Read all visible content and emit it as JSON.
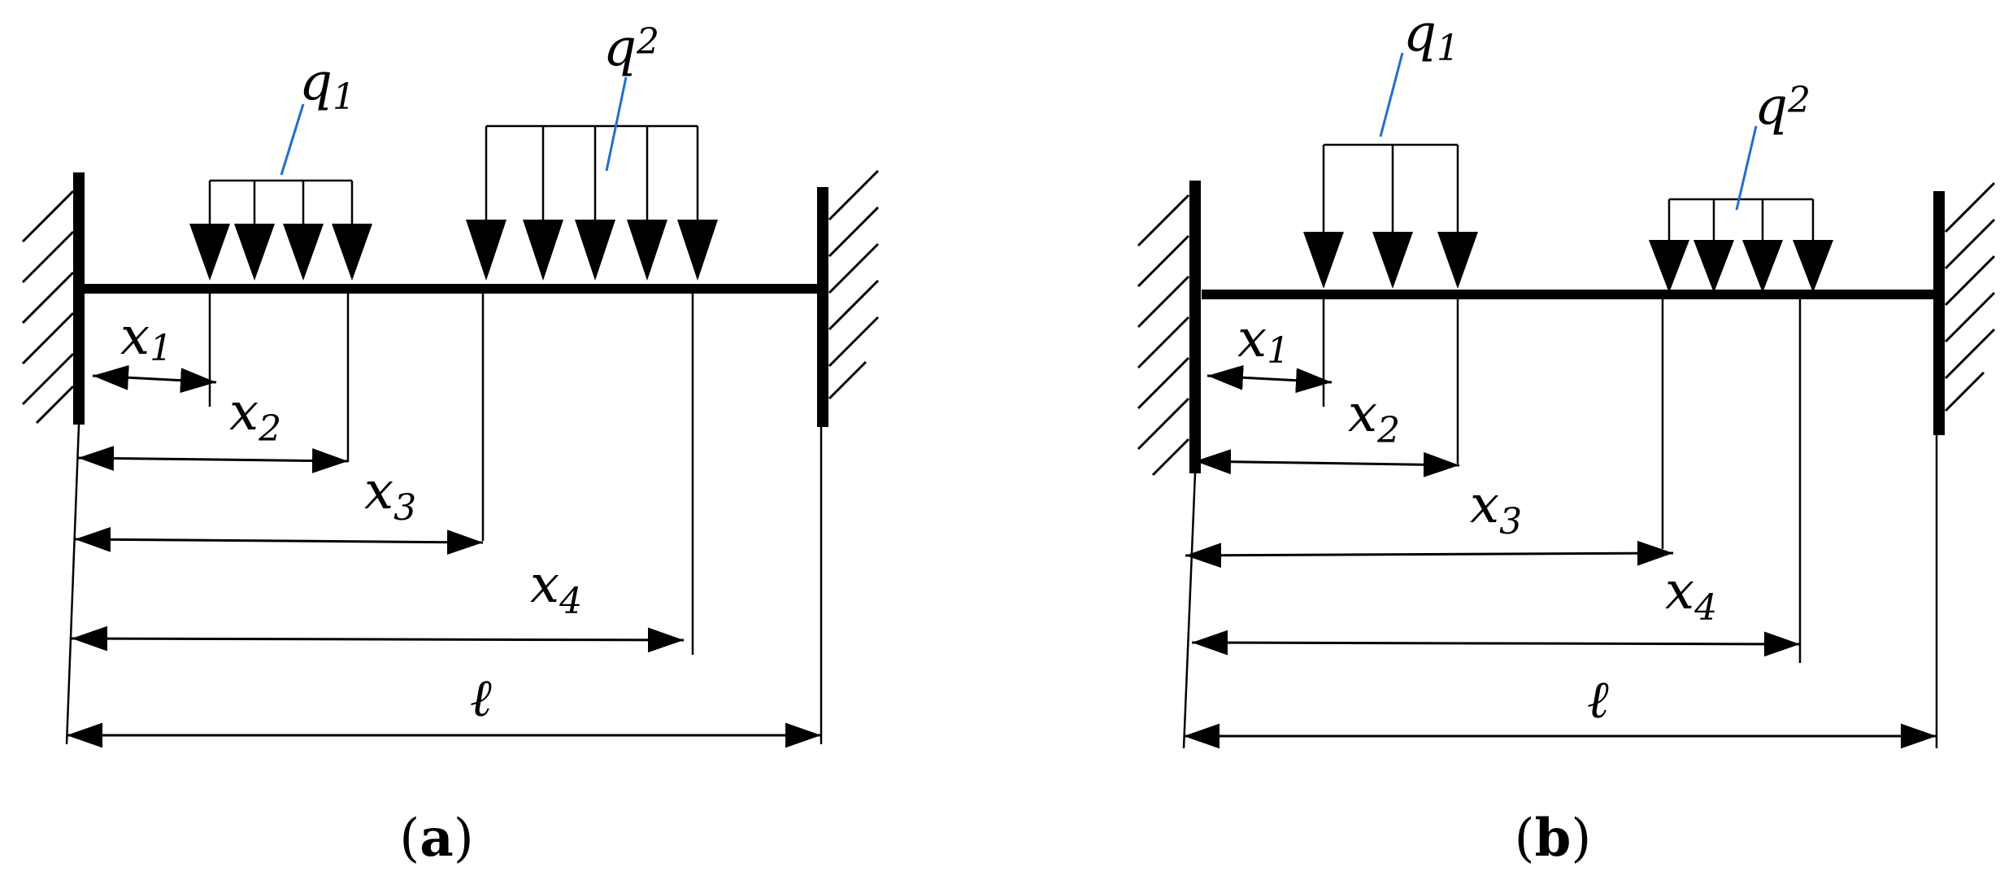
{
  "panels": [
    {
      "id": "a",
      "caption_open": "(",
      "caption_letter": "a",
      "caption_close": ")",
      "q1_label": "q",
      "q1_sub": "1",
      "q2_label": "q",
      "q2_sub": "2",
      "dims": [
        {
          "var": "x",
          "sub": "1"
        },
        {
          "var": "x",
          "sub": "2"
        },
        {
          "var": "x",
          "sub": "3"
        },
        {
          "var": "x",
          "sub": "4"
        }
      ],
      "length_label": "ℓ"
    },
    {
      "id": "b",
      "caption_open": "(",
      "caption_letter": "b",
      "caption_close": ")",
      "q1_label": "q",
      "q1_sub": "1",
      "q2_label": "q",
      "q2_sub": "2",
      "dims": [
        {
          "var": "x",
          "sub": "1"
        },
        {
          "var": "x",
          "sub": "2"
        },
        {
          "var": "x",
          "sub": "3"
        },
        {
          "var": "x",
          "sub": "4"
        }
      ],
      "length_label": "ℓ"
    }
  ],
  "colors": {
    "ink": "#000000",
    "leader": "#1f6fcf"
  }
}
